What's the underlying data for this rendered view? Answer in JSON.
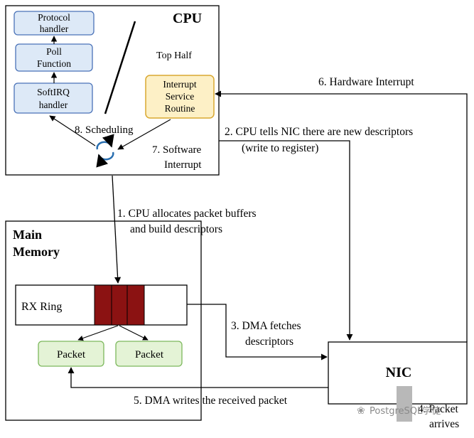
{
  "cpu": {
    "title": "CPU",
    "top_half": "Top Half",
    "protocol_handler": [
      "Protocol",
      "handler"
    ],
    "poll_function": [
      "Poll",
      "Function"
    ],
    "softirq_handler": [
      "SoftIRQ",
      "handler"
    ],
    "isr": [
      "Interrupt",
      "Service",
      "Routine"
    ],
    "scheduling": "8. Scheduling",
    "software_interrupt": [
      "7. Software",
      "Interrupt"
    ]
  },
  "memory": {
    "title": [
      "Main",
      "Memory"
    ],
    "rx_ring": "RX Ring",
    "packet_1": "Packet",
    "packet_2": "Packet"
  },
  "nic": {
    "title": "NIC"
  },
  "steps": {
    "step1": [
      "1. CPU allocates packet buffers",
      "and build descriptors"
    ],
    "step2": [
      "2. CPU tells NIC there are new descriptors",
      "(write to register)"
    ],
    "step3": [
      "3. DMA fetches",
      "descriptors"
    ],
    "step4": [
      "4. Packet",
      "arrives"
    ],
    "step5": "5. DMA writes the received packet",
    "step6": "6. Hardware Interrupt"
  },
  "watermark": "PostgreSQL学徒",
  "colors": {
    "blue_fill": "#dde9f7",
    "blue_stroke": "#4a72b8",
    "orange_fill": "#fdf0c6",
    "orange_stroke": "#d9a830",
    "green_fill": "#e4f3d6",
    "green_stroke": "#7cb85c",
    "ring_slot": "#8b1212"
  }
}
